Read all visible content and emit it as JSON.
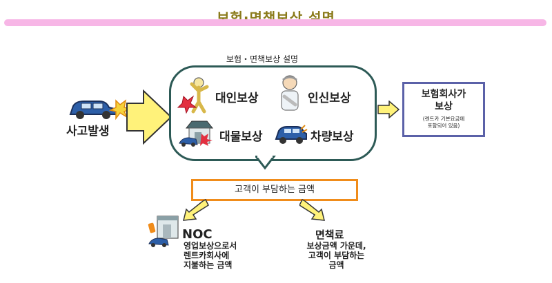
{
  "page_title": "보험·면책보상 설명",
  "bubble_title": "보험・면책보상 설명",
  "accident_label": "사고발생",
  "categories": {
    "personal": "대인보상",
    "self": "인신보상",
    "property": "대물보상",
    "vehicle": "차량보상"
  },
  "insurance_company": {
    "line1": "보험회사가",
    "line2": "보상",
    "note1": "(렌트카 기본요금에",
    "note2": "포함되어 있음)"
  },
  "customer_pay_label": "고객이 부담하는 금액",
  "noc": {
    "title": "NOC",
    "desc1": "영업보상으로서",
    "desc2": "렌트카회사에",
    "desc3": "지불하는 금액"
  },
  "deductible": {
    "title": "면책료",
    "desc1": "보상금액 가운데,",
    "desc2": "고객이 부담하는",
    "desc3": "금액"
  },
  "colors": {
    "title": "#8a7a1a",
    "title_bar": "#f7b6e6",
    "bubble_border": "#2d5a56",
    "company_border": "#5b61a8",
    "pay_border": "#f08c1a",
    "arrow_yellow": "#fff27a",
    "car_blue": "#2d5fa8"
  }
}
